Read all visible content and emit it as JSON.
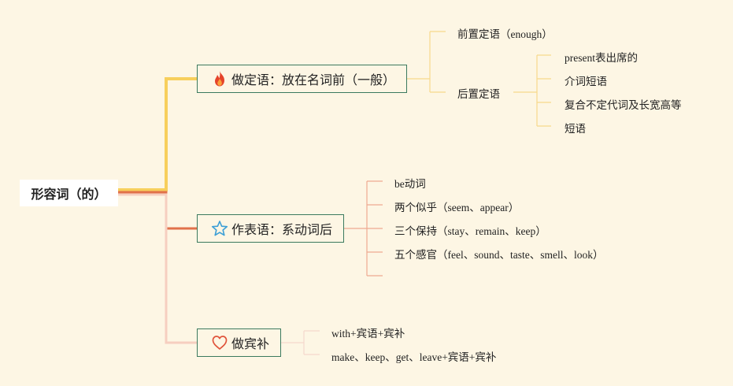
{
  "root": {
    "label": "形容词（的）"
  },
  "branches": [
    {
      "label": "做定语：放在名词前（一般）",
      "icon": "fire-icon",
      "color": "#f7cf5c",
      "children": [
        {
          "label": "前置定语（enough）"
        },
        {
          "label": "后置定语",
          "children": [
            "present表出席的",
            "介词短语",
            "复合不定代词及长宽高等",
            "短语"
          ]
        }
      ]
    },
    {
      "label": "作表语：系动词后",
      "icon": "star-icon",
      "color": "#e1714a",
      "children": [
        "be动词",
        "两个似乎（seem、appear）",
        "三个保持（stay、remain、keep）",
        "五个感官（feel、sound、taste、smell、look）",
        ""
      ]
    },
    {
      "label": "做宾补",
      "icon": "heart-icon",
      "color": "#f6cfc0",
      "children": [
        "with+宾语+宾补",
        "make、keep、get、leave+宾语+宾补"
      ]
    }
  ]
}
